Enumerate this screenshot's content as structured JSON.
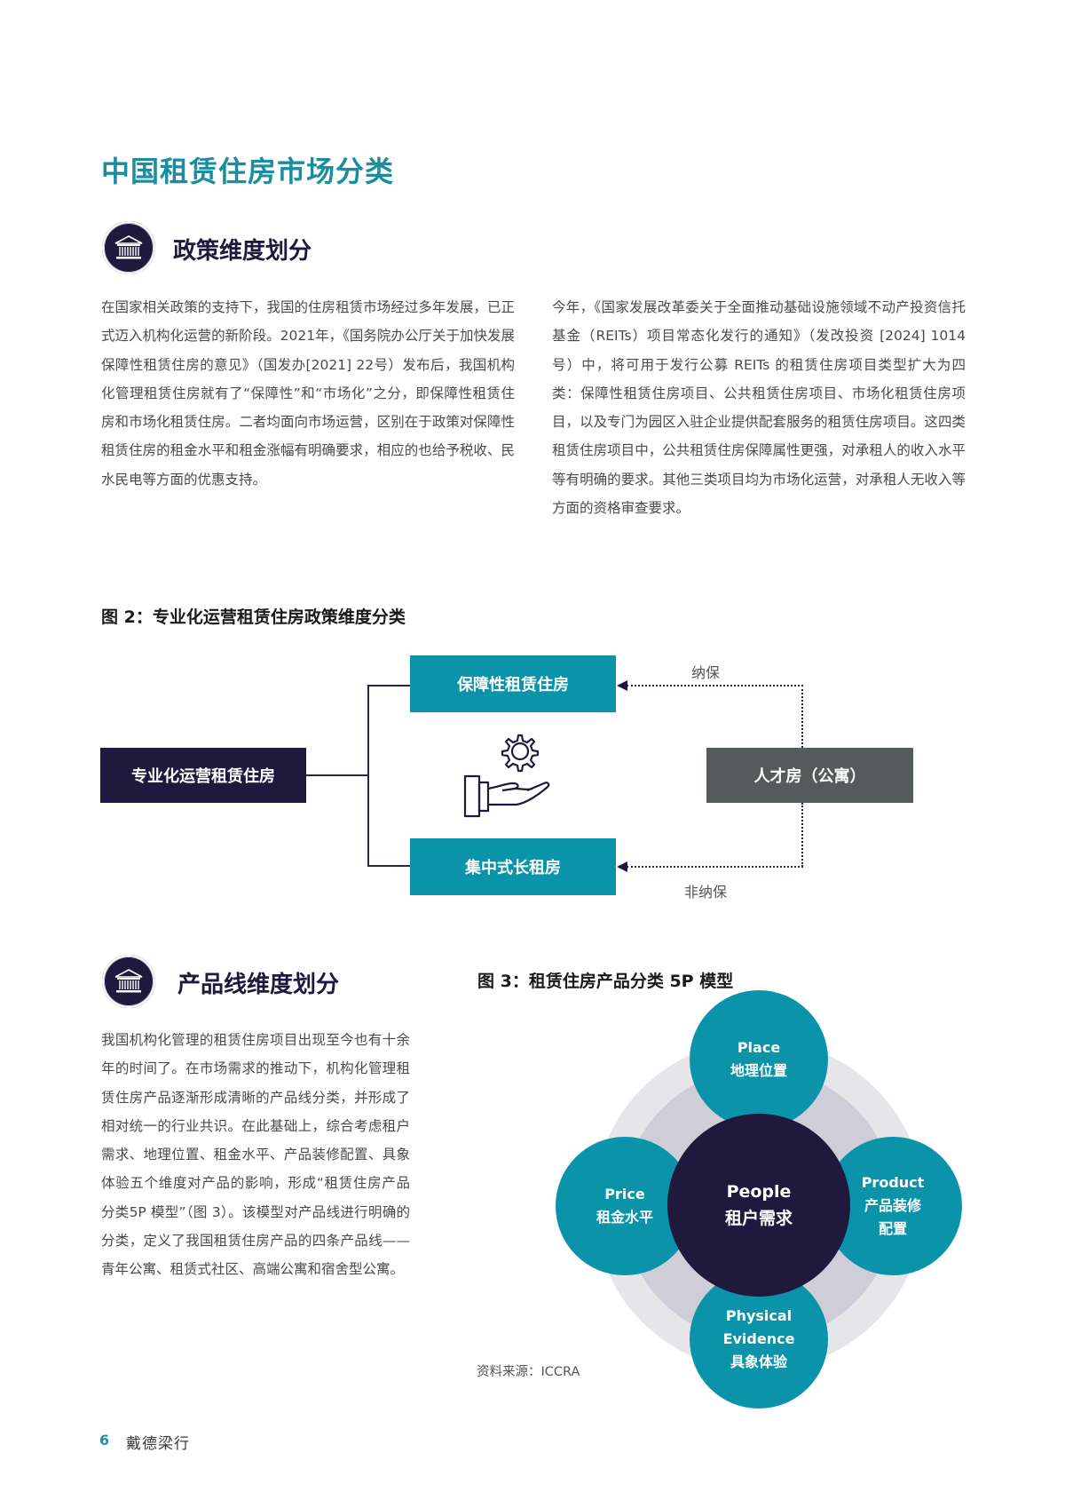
{
  "page": {
    "title": "中国租赁住房市场分类"
  },
  "policy_section": {
    "icon": "bank-building-icon",
    "heading": "政策维度划分",
    "left_paragraph": "在国家相关政策的支持下，我国的住房租赁市场经过多年发展，已正式迈入机构化运营的新阶段。2021年，《国务院办公厅关于加快发展保障性租赁住房的意见》（国发办[2021] 22号）发布后，我国机构化管理租赁住房就有了“保障性”和“市场化”之分，即保障性租赁住房和市场化租赁住房。二者均面向市场运营，区别在于政策对保障性租赁住房的租金水平和租金涨幅有明确要求，相应的也给予税收、民水民电等方面的优惠支持。",
    "right_paragraph": "今年，《国家发展改革委关于全面推动基础设施领域不动产投资信托基金（REITs）项目常态化发行的通知》（发改投资 [2024] 1014 号）中，将可用于发行公募 REITs 的租赁住房项目类型扩大为四类：保障性租赁住房项目、公共租赁住房项目、市场化租赁住房项目，以及专门为园区入驻企业提供配套服务的租赁住房项目。这四类租赁住房项目中，公共租赁住房保障属性更强，对承租人的收入水平等有明确的要求。其他三类项目均为市场化运营，对承租人无收入等方面的资格审查要求。"
  },
  "figure2": {
    "title": "图 2：专业化运营租赁住房政策维度分类",
    "root": "专业化运营租赁住房",
    "branch_top": "保障性租赁住房",
    "branch_bottom": "集中式长租房",
    "side_box": "人才房（公寓）",
    "label_top": "纳保",
    "label_bottom": "非纳保",
    "center_icon": "hand-gear-icon"
  },
  "product_section": {
    "icon": "bank-building-icon",
    "heading": "产品线维度划分",
    "paragraph": "我国机构化管理的租赁住房项目出现至今也有十余年的时间了。在市场需求的推动下，机构化管理租赁住房产品逐渐形成清晰的产品线分类，并形成了相对统一的行业共识。在此基础上，综合考虑租户需求、地理位置、租金水平、产品装修配置、具象体验五个维度对产品的影响，形成“租赁住房产品分类5P 模型”（图 3）。该模型对产品线进行明确的分类，定义了我国租赁住房产品的四条产品线——青年公寓、租赁式社区、高端公寓和宿舍型公寓。"
  },
  "figure3": {
    "title": "图 3：租赁住房产品分类 5P 模型",
    "center": {
      "en": "People",
      "zh": "租户需求"
    },
    "top": {
      "en": "Place",
      "zh": "地理位置"
    },
    "left": {
      "en": "Price",
      "zh": "租金水平"
    },
    "right": {
      "en": "Product",
      "zh": "产品装修",
      "zh2": "配置"
    },
    "bottom": {
      "en": "Physical",
      "en2": "Evidence",
      "zh": "具象体验"
    },
    "source": "资料来源：ICCRA"
  },
  "footer": {
    "page_number": "6",
    "brand": "戴德梁行"
  },
  "colors": {
    "teal": "#0a93a9",
    "navy": "#1f1a3d",
    "gray_box": "#555a5a",
    "title_teal": "#1a8d9e"
  }
}
